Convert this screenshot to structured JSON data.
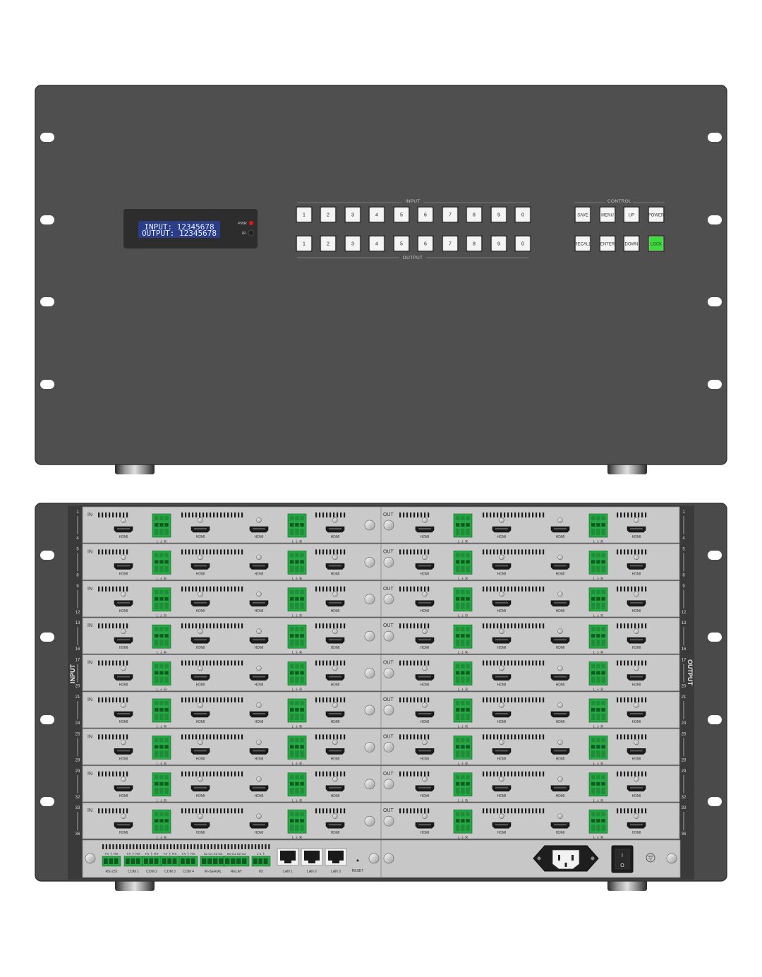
{
  "front_panel": {
    "display": {
      "line1": "INPUT: 12345678",
      "line2": "OUTPUT: 12345678",
      "pwr_label": "PWR",
      "ir_label": "IR",
      "pwr_led_color": "#e01a1a"
    },
    "input_group_label": "INPUT",
    "output_group_label": "OUTPUT",
    "control_group_label": "CONTROL",
    "input_buttons": [
      "1",
      "2",
      "3",
      "4",
      "5",
      "6",
      "7",
      "8",
      "9",
      "0"
    ],
    "output_buttons": [
      "1",
      "2",
      "3",
      "4",
      "5",
      "6",
      "7",
      "8",
      "9",
      "0"
    ],
    "control_buttons_top": [
      "SAVE",
      "MENU",
      "UP",
      "POWER"
    ],
    "control_buttons_bottom": [
      "RECALL",
      "ENTER",
      "DOWN",
      "LOCK"
    ],
    "lock_color": "#3ddc3d",
    "chassis_color": "#4f4f4f"
  },
  "rear_panel": {
    "input_side_title": "INPUT",
    "output_side_title": "OUTPUT",
    "in_card_label": "IN",
    "out_card_label": "OUT",
    "hdmi_label": "HDMI",
    "audio_label": "L ⏚ R",
    "rail_pairs": [
      [
        "1",
        "4"
      ],
      [
        "5",
        "8"
      ],
      [
        "9",
        "12"
      ],
      [
        "13",
        "16"
      ],
      [
        "17",
        "20"
      ],
      [
        "21",
        "24"
      ],
      [
        "25",
        "28"
      ],
      [
        "29",
        "32"
      ],
      [
        "33",
        "36"
      ]
    ],
    "terminal_color": "#27a844",
    "control_card": {
      "port_labels": [
        "RS-232",
        "COM 1",
        "COM 2",
        "COM 3",
        "COM 4",
        "IR-SERIAL",
        "RELAY",
        "I/O"
      ],
      "pin_labels": [
        "TX ⏚ RX",
        "TX ⏚ RX",
        "TX ⏚ RX",
        "TX ⏚ RX",
        "TX ⏚ RX",
        "S1 G1 S2 G2",
        "S1 G1 S2 G2",
        "1 2 ⏚"
      ],
      "lan_labels": [
        "LAN 1",
        "LAN 2",
        "LAN 3"
      ],
      "reset_label": "RESET",
      "switch_on": "I",
      "switch_off": "O"
    }
  }
}
